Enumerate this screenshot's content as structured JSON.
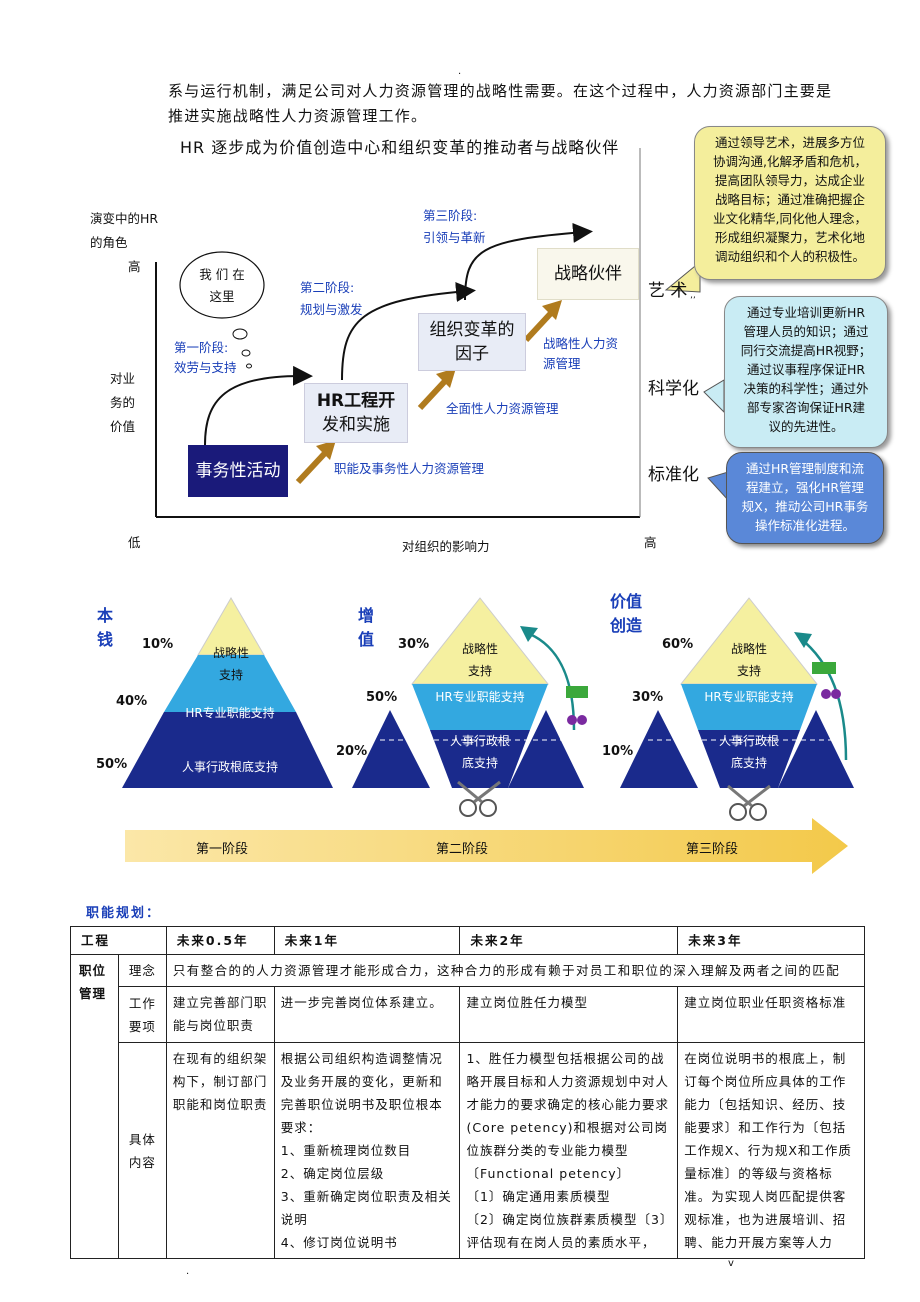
{
  "page": {
    "intro_line1": "系与运行机制，满足公司对人力资源管理的战略性需要。在这个过程中，人力资源部门主要是",
    "intro_line2": "推进实施战略性人力资源管理工作。",
    "top_dot": ".",
    "footer_left": ".",
    "footer_right": "v"
  },
  "evolution_diagram": {
    "title": "HR 逐步成为价值创造中心和组织变革的推动者与战略伙伴",
    "y_axis_title_line1": "演变中的HR",
    "y_axis_title_line2": "的角色",
    "y_high": "高",
    "y_low": "低",
    "y_value_label": [
      "对业",
      "务的",
      "价值"
    ],
    "x_axis_label": "对组织的影响力",
    "x_high": "高",
    "thought_bubble": [
      "我 们 在",
      "这里"
    ],
    "stages": [
      {
        "label": "第一阶段:",
        "desc": "效劳与支持"
      },
      {
        "label": "第二阶段:",
        "desc": "规划与激发"
      },
      {
        "label": "第三阶段:",
        "desc": "引领与革新"
      }
    ],
    "boxes": {
      "b1": "事务性活动",
      "b2_line1": "HR工程开",
      "b2_line2": "发和实施",
      "b3_line1": "组织变革的",
      "b3_line2": "因子",
      "b4": "战略伙伴"
    },
    "arrow_labels": {
      "a1": "职能及事务性人力资源管理",
      "a2": "全面性人力资源管理",
      "a3_line1": "战略性人力资",
      "a3_line2": "源管理"
    },
    "side_labels": {
      "art": "艺  术",
      "art_mark": "’’",
      "science": "科学化",
      "standard": "标准化"
    },
    "callouts": {
      "art": [
        "通过领导艺术，进展多方位",
        "协调沟通,化解矛盾和危机，",
        "提高团队领导力，达成企业",
        "战略目标；通过准确把握企",
        "业文化精华,同化他人理念，",
        "形成组织凝聚力，艺术化地",
        "调动组织和个人的积极性。"
      ],
      "science": [
        "通过专业培训更新HR",
        "管理人员的知识；通过",
        "同行交流提高HR视野；",
        "通过议事程序保证HR",
        "决策的科学性；通过外",
        "部专家咨询保证HR建",
        "议的先进性。"
      ],
      "standard": [
        "通过HR管理制度和流",
        "程建立，强化HR管理",
        "规X，推动公司HR事务",
        "操作标准化进程。"
      ]
    },
    "colors": {
      "navy": "#1a1a7a",
      "box_light": "#e8ecf6",
      "callout_art": "#f4ee9c",
      "callout_science": "#c9ecf4",
      "callout_standard": "#5a88d8",
      "arrow": "#b07b1e"
    }
  },
  "pyramids": {
    "p1": {
      "title": [
        "本",
        "钱"
      ],
      "pcts": [
        "10%",
        "40%",
        "50%"
      ],
      "layers": [
        "战略性",
        "支持",
        "HR专业职能支持",
        "人事行政根底支持"
      ]
    },
    "p2": {
      "title": [
        "增",
        "值"
      ],
      "pcts": [
        "30%",
        "50%",
        "20%"
      ],
      "layers": [
        "战略性",
        "支持",
        "HR专业职能支持",
        "人事行政根",
        "底支持"
      ]
    },
    "p3": {
      "title": [
        "价值",
        "创造"
      ],
      "pcts": [
        "60%",
        "30%",
        "10%"
      ],
      "layers": [
        "战略性",
        "支持",
        "HR专业职能支持",
        "人事行政根",
        "底支持"
      ]
    },
    "phases": [
      "第一阶段",
      "第二阶段",
      "第三阶段"
    ],
    "colors": {
      "top": "#f5f0a0",
      "mid": "#33a8e0",
      "bottom": "#1a2a8c",
      "arrow_band": "#f5d77a"
    }
  },
  "planning": {
    "heading": "职能规划：",
    "headers": [
      "工程",
      "未来0.5年",
      "未来1年",
      "未来2年",
      "未来3年"
    ],
    "section": "职位管理",
    "rows": {
      "concept_label": "理念",
      "concept_text": "只有整合的的人力资源管理才能形成合力，这种合力的形成有赖于对员工和职位的深入理解及两者之间的匹配",
      "work_label": "工作要项",
      "work": [
        "建立完善部门职能与岗位职责",
        "进一步完善岗位体系建立。",
        "建立岗位胜任力模型",
        "建立岗位职业任职资格标准"
      ],
      "detail_label": "具体内容",
      "detail": [
        [
          "在现有的组织架构下，制订部门职能和岗位职责"
        ],
        [
          "根据公司组织构造调整情况及业务开展的变化，更新和完善职位说明书及职位根本要求：",
          "1、重新梳理岗位数目",
          "2、确定岗位层级",
          "3、重新确定岗位职责及相关说明",
          "4、修订岗位说明书"
        ],
        [
          "1、胜任力模型包括根据公司的战略开展目标和人力资源规划中对人才能力的要求确定的核心能力要求(Core petency)和根据对公司岗位族群分类的专业能力模型〔Functional petency〕",
          "〔1〕确定通用素质模型",
          "〔2〕确定岗位族群素质模型〔3〕评估现有在岗人员的素质水平，"
        ],
        [
          "在岗位说明书的根底上，制订每个岗位所应具体的工作能力〔包括知识、经历、技能要求〕和工作行为〔包括工作规X、行为规X和工作质量标准〕的等级与资格标准。为实现人岗匹配提供客观标准，也为进展培训、招聘、能力开展方案等人力"
        ]
      ]
    }
  }
}
